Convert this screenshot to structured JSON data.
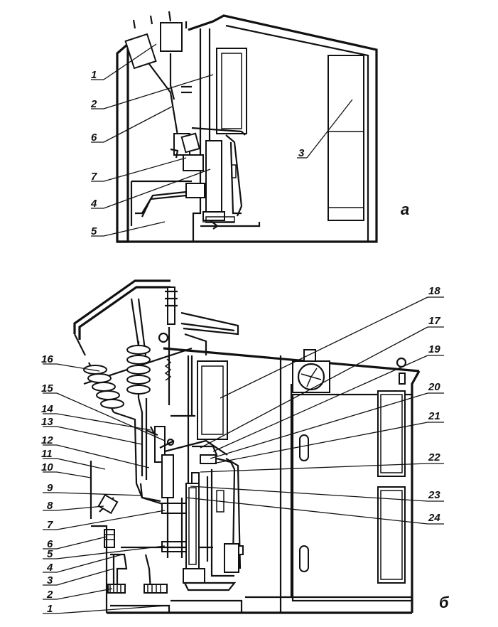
{
  "diagram_a": {
    "panel_label": "а",
    "callouts": [
      "1",
      "2",
      "6",
      "7",
      "4",
      "5",
      "3"
    ]
  },
  "diagram_b": {
    "panel_label": "б",
    "callouts_left": [
      "16",
      "15",
      "14",
      "13",
      "12",
      "11",
      "10",
      "9",
      "8",
      "7",
      "6",
      "5",
      "4",
      "3",
      "2",
      "1"
    ],
    "callouts_right": [
      "18",
      "17",
      "19",
      "20",
      "21",
      "22",
      "23",
      "24"
    ]
  }
}
